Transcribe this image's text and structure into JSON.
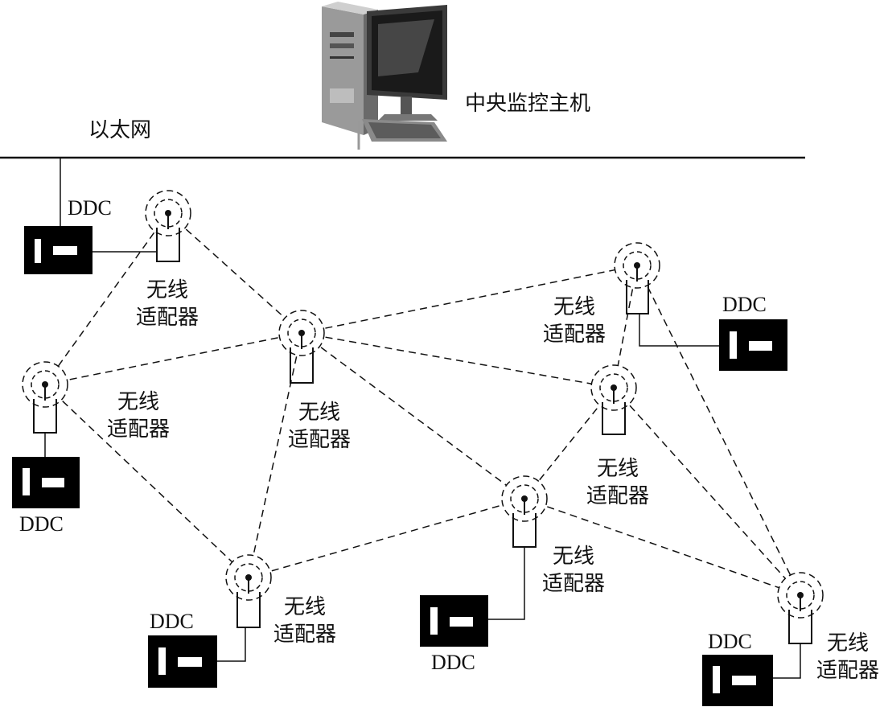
{
  "host": {
    "label": "中央监控主机",
    "icon": "computer-icon"
  },
  "network": {
    "label": "以太网"
  },
  "adapter_label": {
    "line1": "无线",
    "line2": "适配器"
  },
  "ddc_label": "DDC",
  "colors": {
    "ink": "#111111",
    "device": "#000000",
    "device_mark": "#ffffff"
  }
}
